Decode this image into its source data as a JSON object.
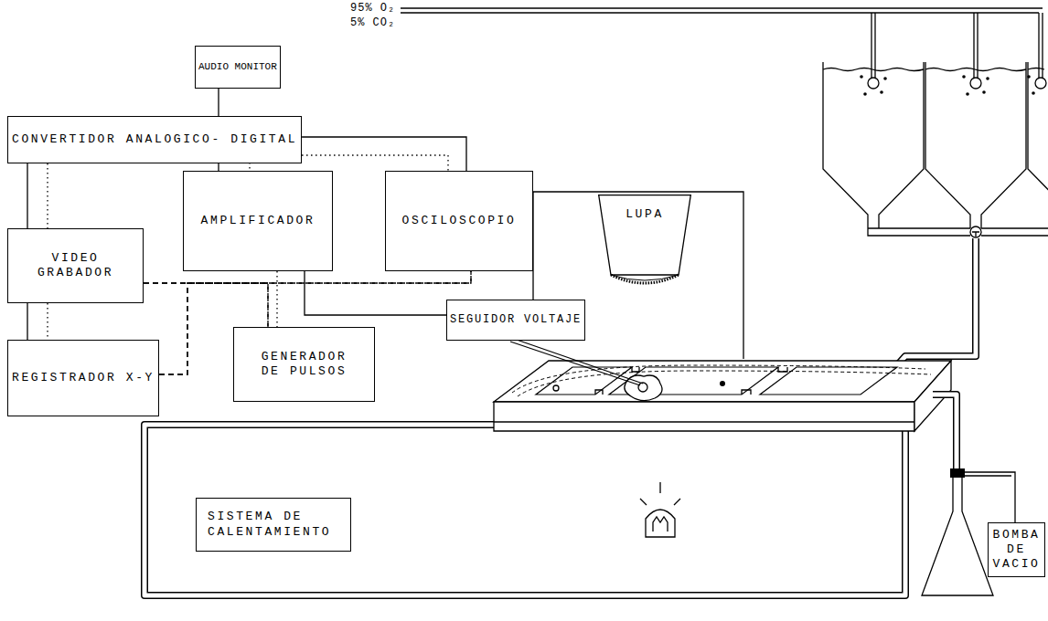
{
  "diagram": {
    "nodes": [
      {
        "text": [
          "AUDIO MONITOR"
        ]
      },
      {
        "text": [
          "CONVERTIDOR ANALOGICO- DIGITAL"
        ]
      },
      {
        "text": [
          "AMPLIFICADOR"
        ]
      },
      {
        "text": [
          "OSCILOSCOPIO"
        ]
      },
      {
        "text": [
          "LUPA"
        ]
      },
      {
        "text": [
          "VIDEO GRABADOR"
        ]
      },
      {
        "text": [
          "SEGUIDOR VOLTAJE"
        ]
      },
      {
        "text": [
          "GENERADOR DE PULSOS"
        ]
      },
      {
        "text": [
          "REGISTRADOR X-Y"
        ]
      },
      {
        "text": [
          "SISTEMA DE CALENTAMIENTO"
        ]
      },
      {
        "text": [
          "BOMBA DE VACIO"
        ]
      }
    ],
    "edges": [
      {
        "from": 0,
        "to": 2,
        "arrow": "none"
      },
      {
        "from": 1,
        "to": 3,
        "arrow": "none"
      },
      {
        "from": 1,
        "to": 2,
        "arrow": "none"
      },
      {
        "from": 1,
        "to": 3,
        "arrow": "none"
      },
      {
        "from": 1,
        "to": 5,
        "arrow": "none"
      },
      {
        "from": 1,
        "to": 5,
        "arrow": "none"
      },
      {
        "from": 5,
        "to": 8,
        "arrow": "none"
      },
      {
        "from": 5,
        "to": 8,
        "arrow": "none"
      },
      {
        "from": 2,
        "to": 6,
        "arrow": "none"
      },
      {
        "from": 2,
        "to": 7,
        "arrow": "none"
      },
      {
        "from": 5,
        "to": 3,
        "arrow": "none"
      },
      {
        "from": 5,
        "to": 7,
        "arrow": "none"
      },
      {
        "from": 8,
        "to": 7,
        "arrow": "none"
      },
      {
        "from": 8,
        "to": 3,
        "arrow": "none"
      }
    ],
    "labels": [
      "95% O₂",
      "5% CO₂"
    ]
  }
}
